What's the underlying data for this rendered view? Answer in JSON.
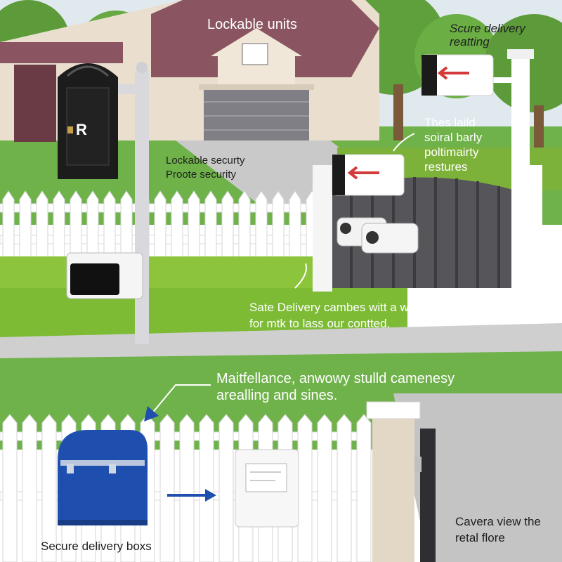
{
  "labels": {
    "lockable_units": "Lockable units",
    "secure_delivery_line1": "Scure delivery",
    "secure_delivery_line2": "reatting",
    "mailbox_letter": "R",
    "lockable_security_line1": "Lockable securty",
    "lockable_security_line2": "Proote security",
    "garden_line1": "Thes laild",
    "garden_line2": "soiral barly",
    "garden_line3": "poltimairty",
    "garden_line4": "restures",
    "safe_delivery_line1": "Sate Delivery cambes witt a with Forgets",
    "safe_delivery_line2": "for mtk to lass our contted.",
    "maintenance_line1": "Maitfellance, anwowy stulld camenesy",
    "maintenance_line2": "arealling and sines.",
    "secure_boxes": "Secure delivery boxs",
    "camera_line1": "Cavera view the",
    "camera_line2": "retal flore"
  },
  "colors": {
    "sky": "#dfe9ee",
    "roof": "#8a5560",
    "house": "#eadfcf",
    "lawn": "#6fb24a",
    "hedge": "#8cc43c",
    "fence": "#ffffff",
    "gate": "#4a4a4f",
    "blue_box": "#1f4fae",
    "arrow_red": "#d33a3a",
    "arrow_blue": "#1f4fae"
  }
}
